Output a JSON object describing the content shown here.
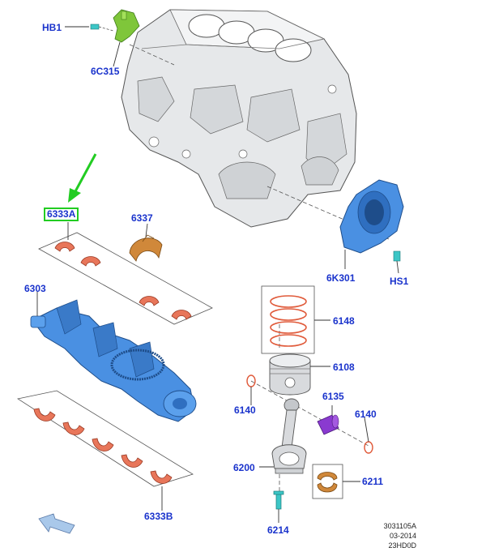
{
  "colors": {
    "label": "#1a33cc",
    "highlight": "#22cc22",
    "block": "#e6e8ea",
    "blue_part": "#4a90e2",
    "bearing": "#e8765a",
    "copper": "#d0883a",
    "ring": "#e05a3a",
    "green_part": "#7fc63a",
    "purple_part": "#8a3ad0",
    "cyan_part": "#3cc6c6"
  },
  "labels": {
    "hb1": "HB1",
    "p6c315": "6C315",
    "p6333a": "6333A",
    "p6337": "6337",
    "p6303": "6303",
    "p6k301": "6K301",
    "hs1": "HS1",
    "p6148": "6148",
    "p6108": "6108",
    "p6140_left": "6140",
    "p6135": "6135",
    "p6140_right": "6140",
    "p6200": "6200",
    "p6211": "6211",
    "p6333b": "6333B",
    "p6214": "6214"
  },
  "reference": {
    "line1": "3031105A",
    "line2": "03-2014",
    "line3": "23HD0D"
  }
}
